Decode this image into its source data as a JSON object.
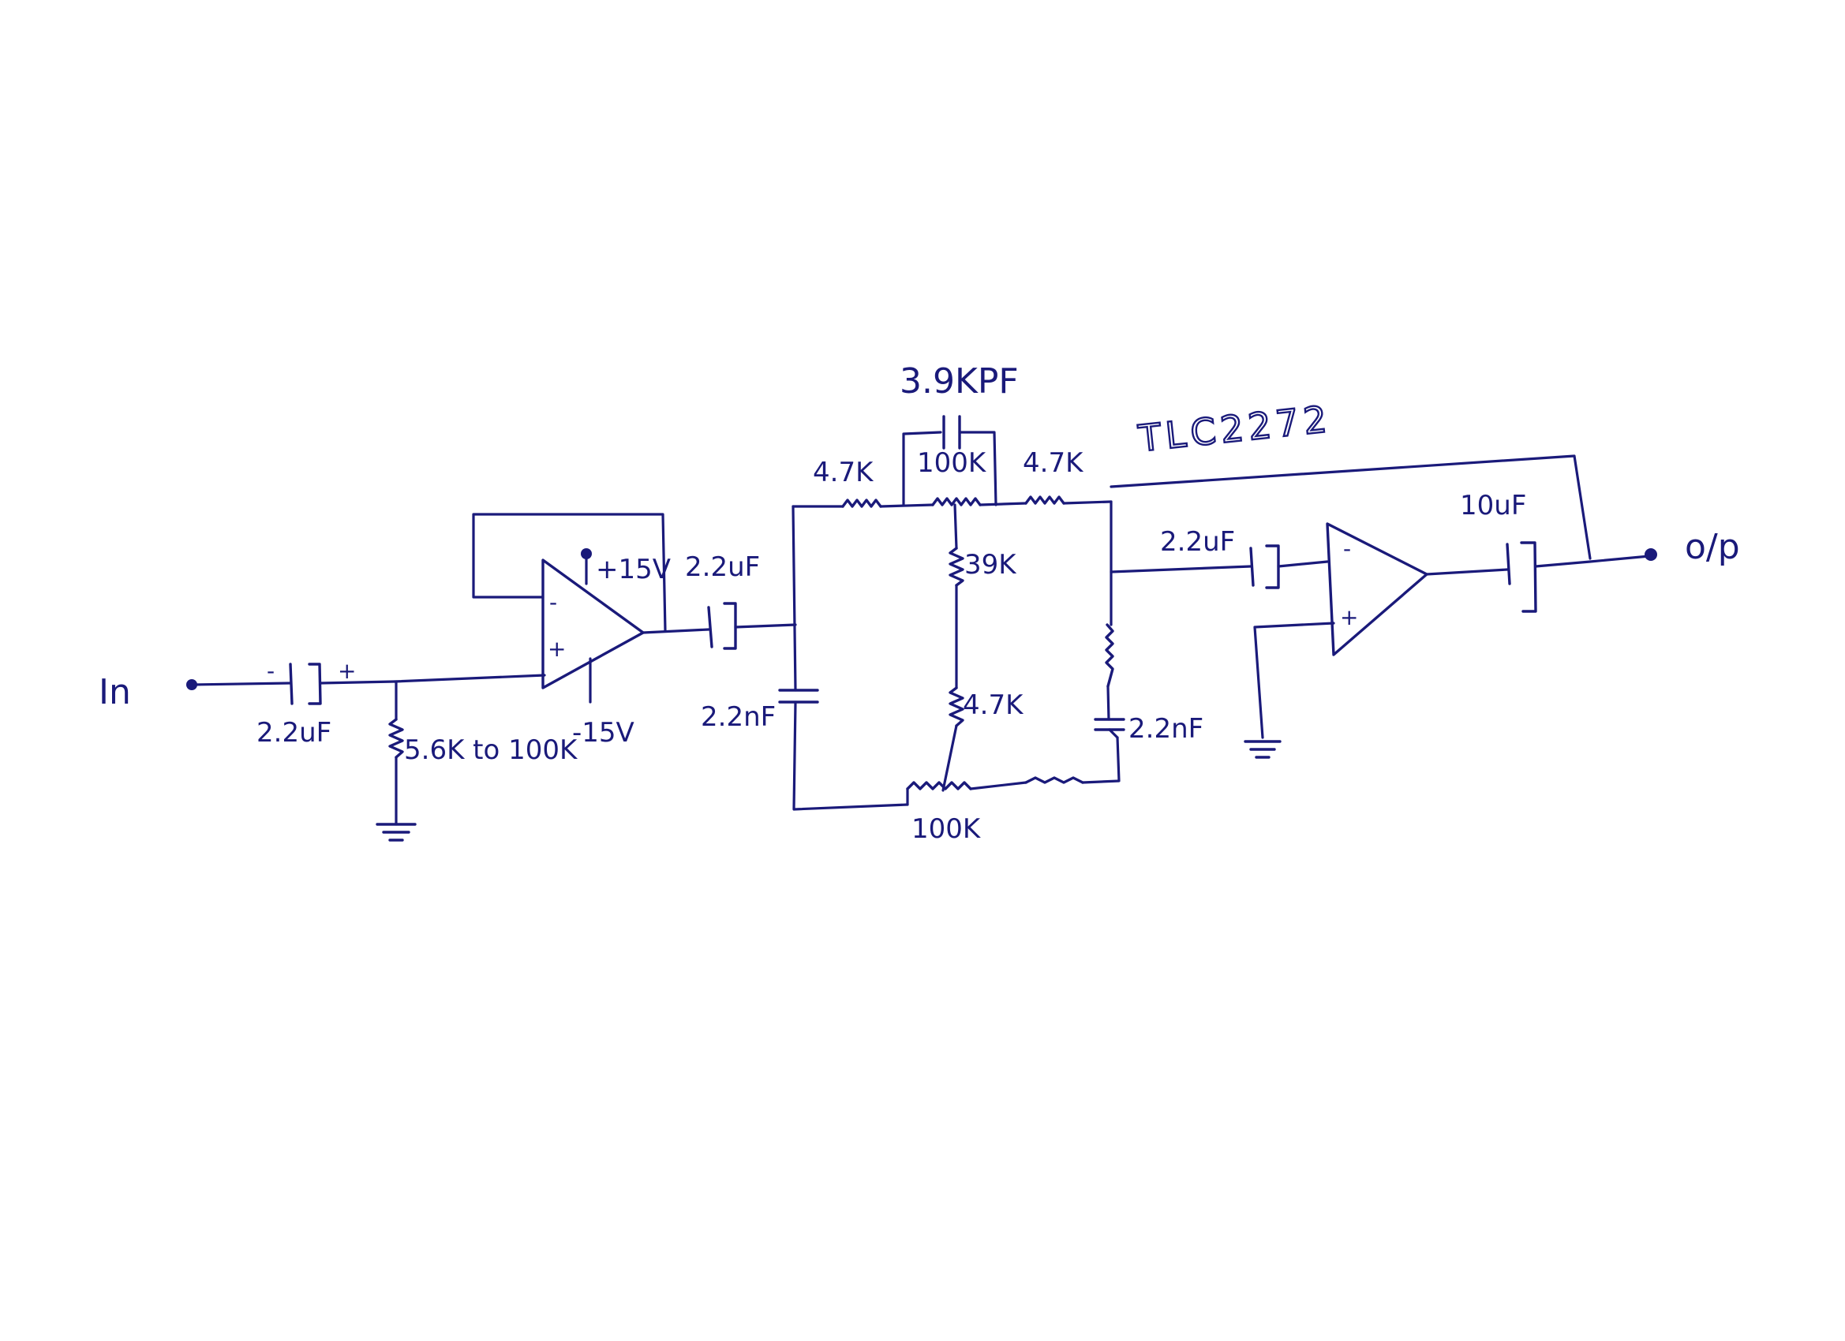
{
  "labels": {
    "input": "In",
    "output": "o/p",
    "c_in": "2.2uF",
    "r_in": "5.6K to 100K",
    "vpos": "+15V",
    "vneg": "-15V",
    "c_coupling1": "2.2uF",
    "c_shunt_left": "2.2nF",
    "r_top_left": "4.7K",
    "r_top_mid": "100K",
    "c_top": "3.9KPF",
    "r_top_right": "4.7K",
    "r_mid_upper": "39K",
    "r_mid_lower": "4.7K",
    "r_bottom": "100K",
    "c_shunt_right": "2.2nF",
    "ic_part": "TLC2272",
    "c_coupling2": "2.2uF",
    "c_out": "10uF"
  },
  "opamp_signs": {
    "minus": "-",
    "plus": "+"
  },
  "colors": {
    "ink": "#1a1a7a",
    "paper": "#ffffff"
  }
}
